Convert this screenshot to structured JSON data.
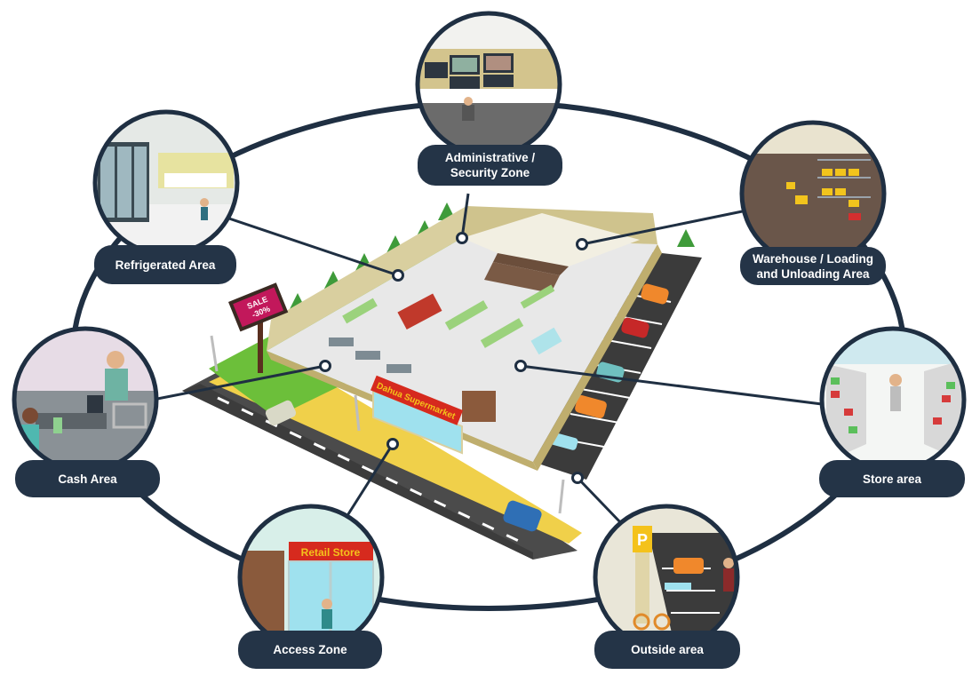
{
  "colors": {
    "label_bg": "#243447",
    "ring": "#1f2f42",
    "floor": "#ececec",
    "wall": "#d9cf9f",
    "grass": "#6cbf3a",
    "road": "#4a4a4a",
    "sign_red": "#d62a1e",
    "sign_yellow": "#f4c21b"
  },
  "zones": {
    "admin": {
      "label": "Administrative /\nSecurity Zone",
      "icon": "monitor-wall-scene"
    },
    "warehouse": {
      "label": "Warehouse / Loading\nand Unloading Area",
      "icon": "warehouse-shelves-scene"
    },
    "refrigerated": {
      "label": "Refrigerated Area",
      "icon": "fridge-aisle-scene"
    },
    "cash": {
      "label": "Cash Area",
      "icon": "checkout-counter-scene"
    },
    "store": {
      "label": "Store area",
      "icon": "store-aisle-scene"
    },
    "access": {
      "label": "Access Zone",
      "icon": "store-entrance-scene"
    },
    "outside": {
      "label": "Outside area",
      "icon": "parking-lot-scene"
    }
  },
  "signs": {
    "supermarket": "Dahua Supermarket",
    "retail_store": "Retail Store",
    "billboard_sale": "SALE",
    "billboard_discount": "-30%",
    "parking": "P"
  }
}
